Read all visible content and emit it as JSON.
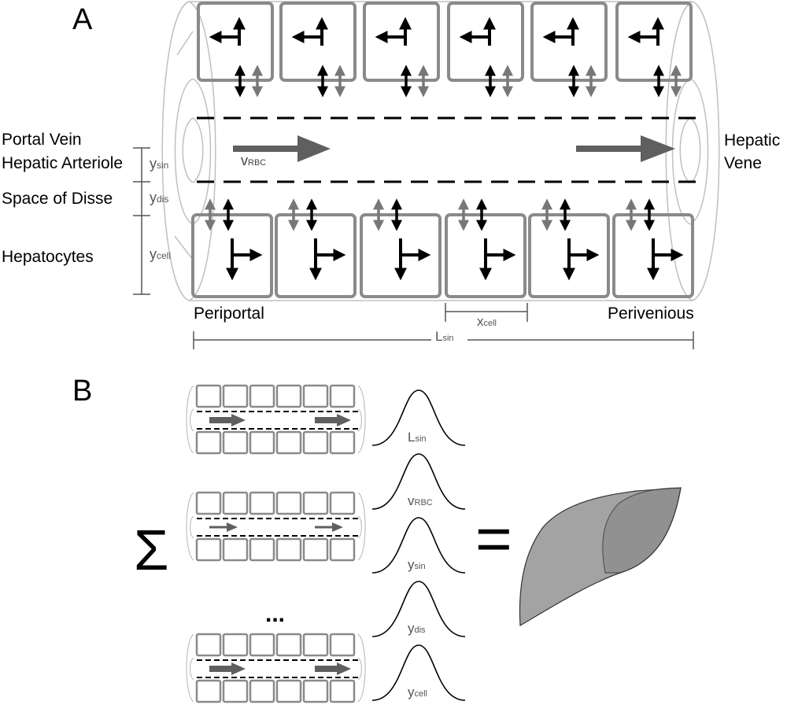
{
  "panelA": {
    "label": "A",
    "left_labels": [
      "Portal Vein",
      "Hepatic Arteriole",
      "Space of Disse",
      "Hepatocytes"
    ],
    "right_label_line1": "Hepatic",
    "right_label_line2": "Vene",
    "dim_sin": {
      "main": "y",
      "sub": "sin"
    },
    "dim_dis": {
      "main": "y",
      "sub": "dis"
    },
    "dim_cell": {
      "main": "y",
      "sub": "cell"
    },
    "velocity": {
      "main": "v",
      "sub": "RBC"
    },
    "periportal": "Periportal",
    "perivenious": "Perivenious",
    "xcell": {
      "main": "x",
      "sub": "cell"
    },
    "lsin": {
      "main": "L",
      "sub": "sin"
    }
  },
  "panelB": {
    "label": "B",
    "sum_symbol": "Σ",
    "ellipsis": "...",
    "equals": "=",
    "distributions": [
      {
        "main": "L",
        "sub": "sin"
      },
      {
        "main": "v",
        "sub": "RBC"
      },
      {
        "main": "y",
        "sub": "sin"
      },
      {
        "main": "y",
        "sub": "dis"
      },
      {
        "main": "y",
        "sub": "cell"
      }
    ]
  },
  "colors": {
    "cell_border": "#8a8a8a",
    "cylinder_line": "#c0c0c0",
    "arrow_dark": "#000000",
    "arrow_gray": "#777777",
    "flow_arrow": "#5f5f5f",
    "dim_line": "#555555",
    "liver_fill": "#a6a6a6"
  }
}
